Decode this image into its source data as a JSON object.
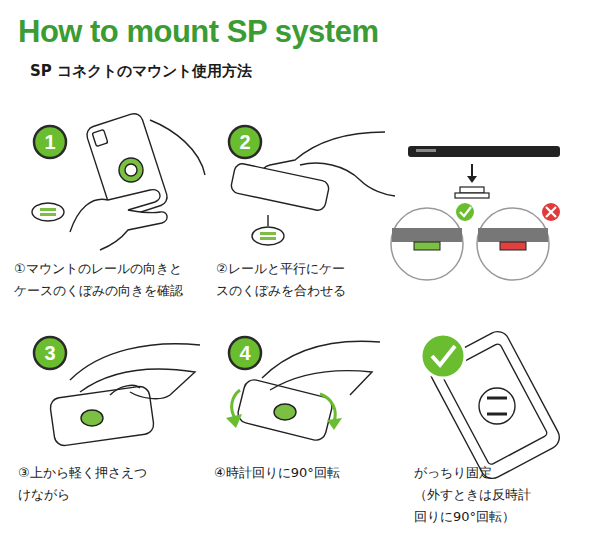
{
  "diagram": {
    "title": "How to mount SP system",
    "nodes": [
      {
        "text": [
          "1"
        ]
      },
      {
        "text": [
          "2"
        ]
      },
      {
        "text": [
          "3"
        ]
      },
      {
        "text": [
          "4"
        ]
      }
    ],
    "labels": [
      "SP コネクトのマウント使用方法",
      "①マウントのレールの向きと ケースのくぼみの向きを確認",
      "②レールと平行にケー スのくぼみを合わせる",
      "③上から軽く押さえつ けながら",
      "④時計回りに90°回転",
      "がっちり固定 （外すときは反時計 回りに90°回転）"
    ]
  }
}
